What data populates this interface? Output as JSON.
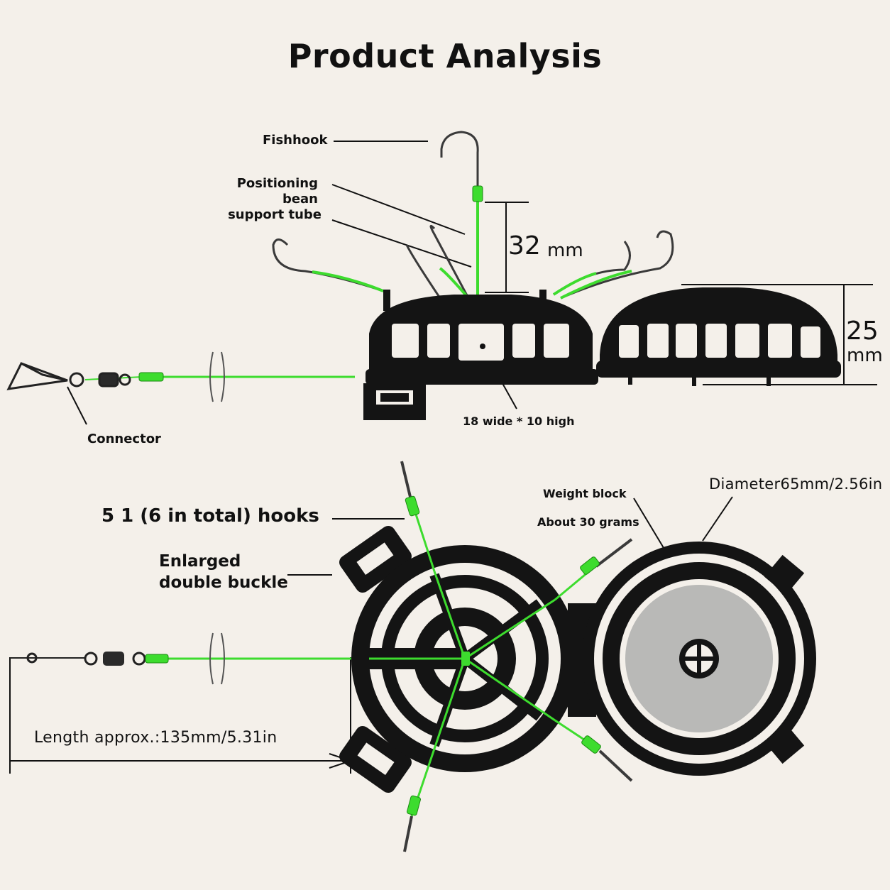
{
  "title": "Product Analysis",
  "labels": {
    "fishhook": "Fishhook",
    "positioning": [
      "Positioning",
      "bean",
      "support tube"
    ],
    "connector": "Connector",
    "window_size": "18 wide * 10 high",
    "dim_32": "32",
    "dim_32_unit": "mm",
    "dim_25": "25",
    "dim_25_unit": "mm",
    "hooks": "5 1 (6 in total) hooks",
    "buckle": [
      "Enlarged",
      "double buckle"
    ],
    "weight_block": "Weight block",
    "weight": "About 30 grams",
    "diameter": "Diameter65mm/2.56in",
    "length": "Length approx.:135mm/5.31in"
  },
  "colors": {
    "background": "#f4f0ea",
    "plastic": "#141414",
    "line_green": "#3ddc2e",
    "hook_metal": "#3a3a3a",
    "weight_plate": "#b9b9b7"
  }
}
